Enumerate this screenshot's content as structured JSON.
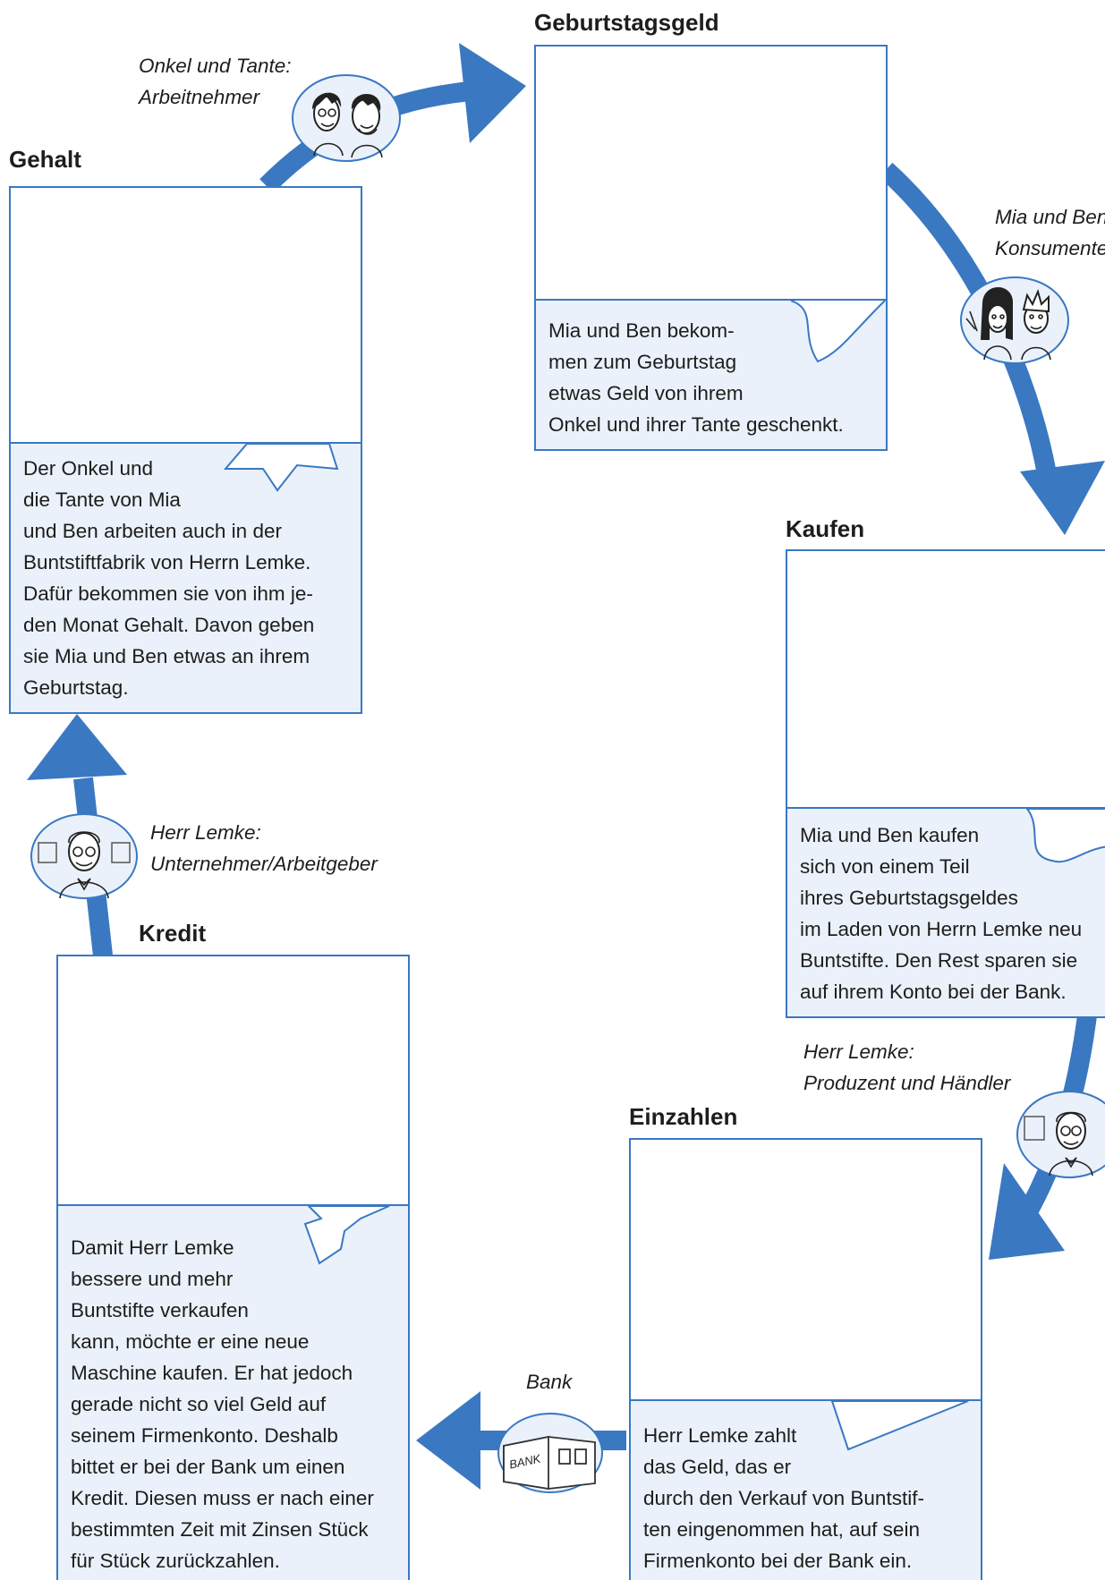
{
  "colors": {
    "arrow": "#3a78c2",
    "border": "#3a78c2",
    "caption_bg": "#eaf1fb",
    "text": "#1d1d1b"
  },
  "steps": {
    "geburtstagsgeld": {
      "title": "Geburtstagsgeld",
      "text": "Mia und Ben bekom-\nmen zum Geburtstag\netwas Geld von ihrem\nOnkel und ihrer Tante geschenkt."
    },
    "kaufen": {
      "title": "Kaufen",
      "text": "Mia und Ben kaufen\nsich von einem Teil\nihres Geburtstagsgeldes\nim Laden von Herrn Lemke neu\nBuntstifte. Den Rest sparen sie\nauf ihrem Konto bei der Bank."
    },
    "einzahlen": {
      "title": "Einzahlen",
      "text": "Herr Lemke zahlt\ndas Geld, das er\ndurch den Verkauf von Buntstif-\nten eingenommen hat, auf sein\nFirmenkonto bei der Bank ein."
    },
    "kredit": {
      "title": "Kredit",
      "text": "Damit Herr Lemke\nbessere und mehr\nBuntstifte verkaufen\nkann, möchte er eine neue\nMaschine kaufen. Er hat jedoch\ngerade nicht so viel Geld auf\nseinem Firmenkonto. Deshalb\nbittet er bei der Bank um einen\nKredit. Diesen muss er nach einer\nbestimmten Zeit mit Zinsen Stück\nfür Stück zurückzahlen."
    },
    "gehalt": {
      "title": "Gehalt",
      "text": "Der Onkel und\ndie Tante von Mia\nund Ben arbeiten auch in der\nBuntstiftfabrik von Herrn Lemke.\nDafür bekommen sie von ihm je-\nden Monat Gehalt. Davon geben\nsie Mia und Ben etwas an ihrem\nGeburtstag."
    }
  },
  "roles": {
    "onkel_tante": "Onkel und Tante:\nArbeitnehmer",
    "mia_ben": "Mia und Ben:\nKonsumenten",
    "lemke_produzent": "Herr Lemke:\nProduzent und Händler",
    "bank": "Bank",
    "lemke_unternehmer": "Herr Lemke:\nUnternehmer/Arbeitgeber"
  },
  "avatars": {
    "onkel_tante": "uncle-aunt-portrait-icon",
    "mia_ben": "mia-ben-portrait-icon",
    "lemke_1": "herr-lemke-portrait-icon",
    "bank": "bank-building-icon",
    "lemke_2": "herr-lemke-portrait-icon"
  },
  "bank_sign": "BANK"
}
